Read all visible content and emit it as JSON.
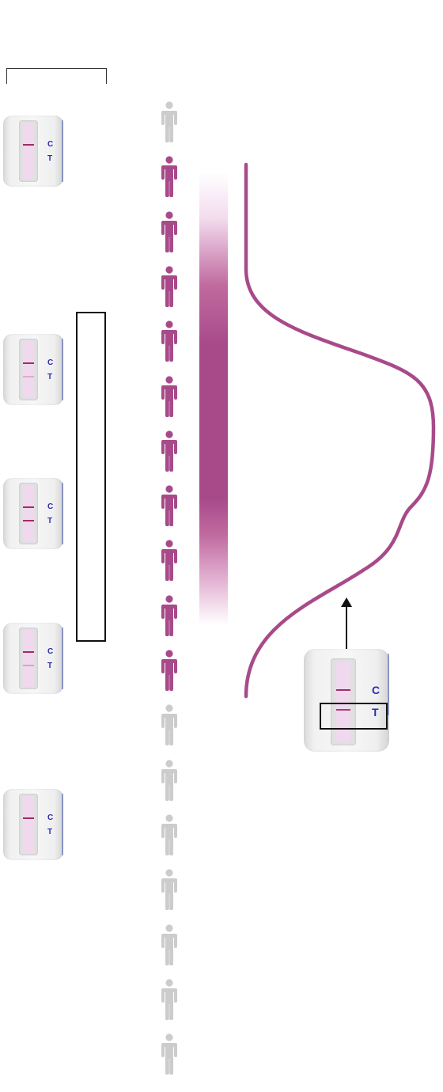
{
  "colors": {
    "accent": "#a84a8a",
    "person_positive": "#a84a8a",
    "person_negative": "#cccccc",
    "line": "#a02c68",
    "label": "#2b2bb0"
  },
  "icons": {
    "person": "person-icon",
    "arrow": "arrow-up-icon"
  },
  "test_labels": {
    "control": "C",
    "test": "T"
  },
  "people": [
    {
      "status": "negative"
    },
    {
      "status": "positive"
    },
    {
      "status": "positive"
    },
    {
      "status": "positive"
    },
    {
      "status": "positive"
    },
    {
      "status": "positive"
    },
    {
      "status": "positive"
    },
    {
      "status": "positive"
    },
    {
      "status": "positive"
    },
    {
      "status": "positive"
    },
    {
      "status": "positive"
    },
    {
      "status": "negative"
    },
    {
      "status": "negative"
    },
    {
      "status": "negative"
    },
    {
      "status": "negative"
    },
    {
      "status": "negative"
    },
    {
      "status": "negative"
    },
    {
      "status": "negative"
    }
  ],
  "cassettes": [
    {
      "t_line_intensity": 0.0
    },
    {
      "t_line_intensity": 0.25
    },
    {
      "t_line_intensity": 1.0
    },
    {
      "t_line_intensity": 0.3
    },
    {
      "t_line_intensity": 0.0
    }
  ],
  "detail_cassette": {
    "t_line_intensity": 0.9
  }
}
